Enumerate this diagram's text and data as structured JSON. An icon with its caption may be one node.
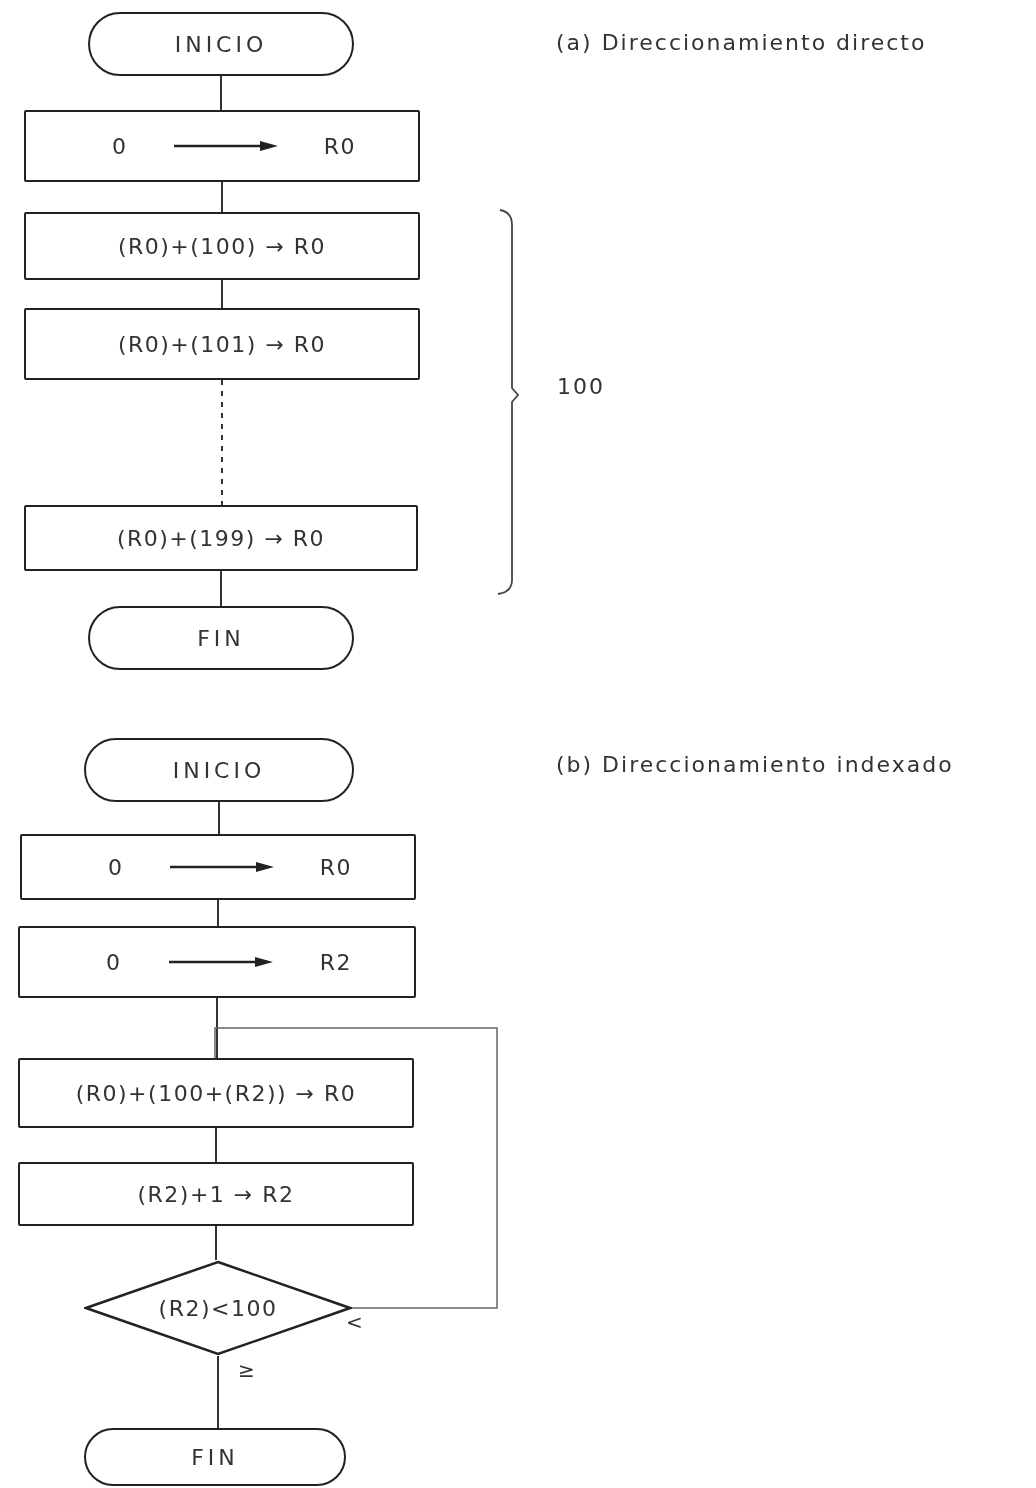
{
  "diagram": {
    "nodes": [
      {
        "text": [
          "INICIO"
        ]
      },
      {
        "text": [
          "0",
          "R0"
        ]
      },
      {
        "text": [
          "(R0)+(100) → R0"
        ]
      },
      {
        "text": [
          "(R0)+(101) → R0"
        ]
      },
      {
        "text": [
          "(R0)+(199) → R0"
        ]
      },
      {
        "text": [
          "FIN"
        ]
      },
      {
        "text": [
          "INICIO"
        ]
      },
      {
        "text": [
          "0",
          "R0"
        ]
      },
      {
        "text": [
          "0",
          "R2"
        ]
      },
      {
        "text": [
          "(R0)+(100+(R2)) → R0"
        ]
      },
      {
        "text": [
          "(R2)+1 → R2"
        ]
      },
      {
        "text": [
          "(R2)<100"
        ]
      },
      {
        "text": [
          "FIN"
        ]
      }
    ],
    "edges": [
      {
        "from": 0,
        "to": 1,
        "arrow": "none"
      },
      {
        "from": 1,
        "to": 2,
        "arrow": "none"
      },
      {
        "from": 2,
        "to": 3,
        "arrow": "none"
      },
      {
        "from": 3,
        "to": 4,
        "arrow": "none",
        "style": "dashed"
      },
      {
        "from": 4,
        "to": 5,
        "arrow": "none"
      },
      {
        "from": 6,
        "to": 7,
        "arrow": "none"
      },
      {
        "from": 7,
        "to": 8,
        "arrow": "none"
      },
      {
        "from": 8,
        "to": 9,
        "arrow": "none"
      },
      {
        "from": 9,
        "to": 10,
        "arrow": "none"
      },
      {
        "from": 10,
        "to": 11,
        "arrow": "none"
      },
      {
        "from": 11,
        "to": 12,
        "arrow": "none",
        "label": "≥"
      },
      {
        "from": 11,
        "to": 9,
        "arrow": "none",
        "label": "<"
      }
    ],
    "labels": [
      "(a) Direccionamiento directo",
      "100",
      "(b) Direccionamiento indexado"
    ]
  }
}
